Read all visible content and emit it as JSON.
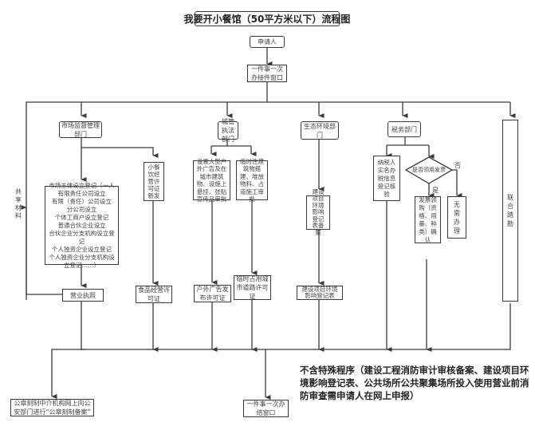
{
  "title": "我要开小餐馆（50平方米以下）流程图",
  "nodes": {
    "applicant": "申请人",
    "one_window": "一件事一次办接件窗口",
    "market_dept": "市场监督管理部门",
    "urban_dept": "城管执法部门",
    "eco_dept": "生态环境部门",
    "tax_dept": "税务部门",
    "joint_review": "联合踏勘",
    "small_catering": "小餐饮经营许可证新发",
    "market_entity": "市场主体设立登记（一人有限责任公司设立\n有限（责任）公司设立\n分公司设立\n个体工商户设立登记\n普通合伙企业设立\n合伙企业分支机构设立登记\n个人独资企业设立登记\n个人独资企业分支机构设立登记……）",
    "outdoor_ad": "设置大型户外广告及在城市建筑物、设施上悬挂、张贴宣传品审批",
    "temp_building": "临时性建筑物搭建、堆放物料、占道施工审批",
    "env_filing": "建设项目环境影响登记表备案",
    "taxpayer_verify": "纳税人实名办税信息登记核验",
    "invoice_question": "是否领用发票",
    "invoice_purchase": "发票领购（资格、用量、种类）确认",
    "no_need": "无需办理",
    "business_license": "营业执照",
    "food_license": "食品经营许可证",
    "outdoor_permit": "户外广告发布许可证",
    "road_permit": "临时占用城市道路许可证",
    "env_form": "建设项目环境影响登记表",
    "seal_filing": "公章刻制中介机构网上向公安部门进行“公章刻制备案”",
    "completion_window": "一件事一次办结窗口"
  },
  "edge_labels": {
    "shared_materials": "共享材料",
    "yes": "是",
    "no": "否"
  },
  "note": "不含特殊程序（建设工程消防审计审核备案、建设项目环境影响登记表、公共场所公共聚集场所投入使用营业前消防审查需申请人在网上申报）",
  "colors": {
    "line": "#3a3a3a",
    "text": "#444444",
    "background": "#ffffff"
  }
}
